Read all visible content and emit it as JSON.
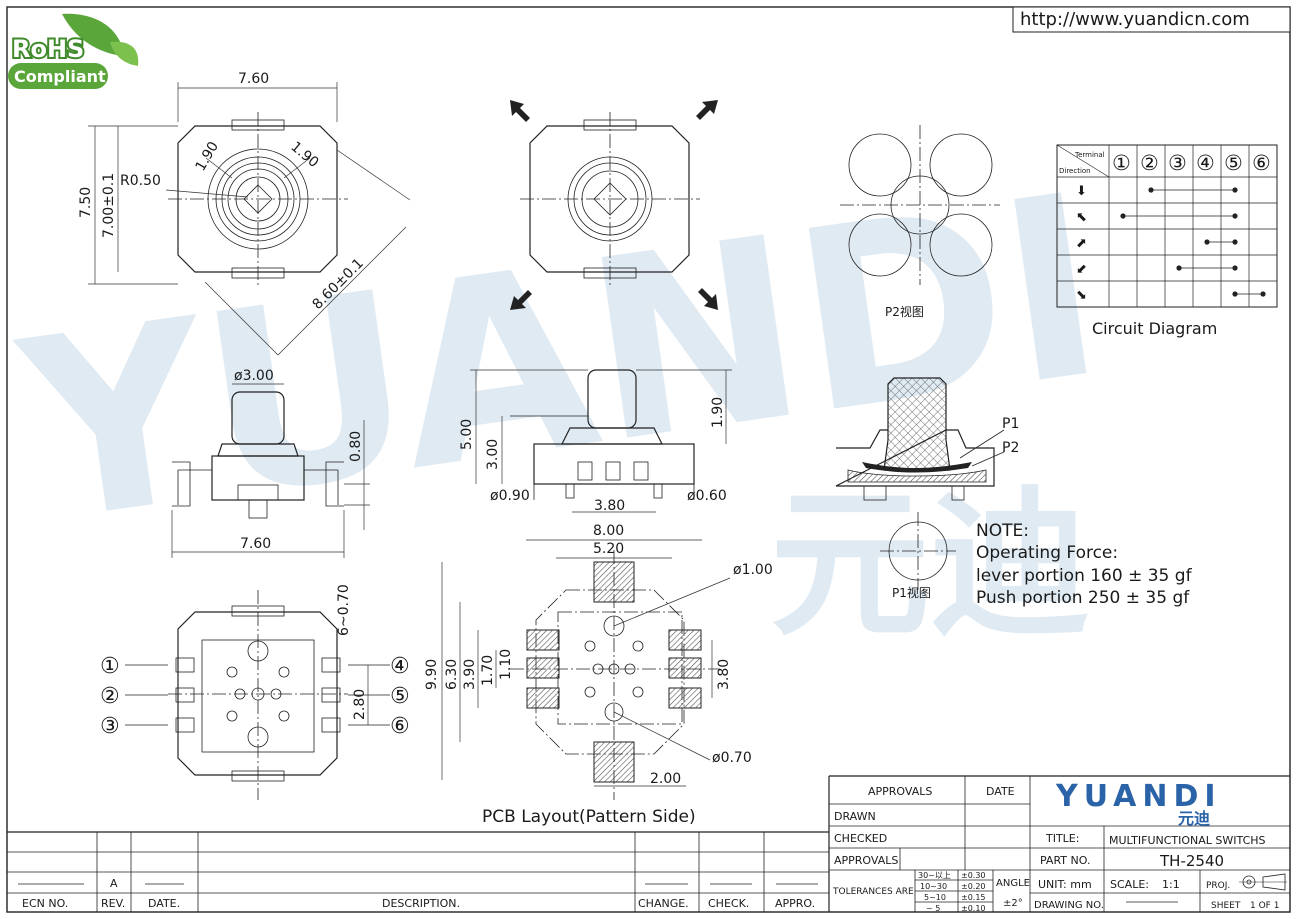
{
  "website": "http://www.yuandicn.com",
  "rohs": {
    "top": "RoHS",
    "bottom": "Compliant"
  },
  "dims": {
    "w760": "7.60",
    "h750": "7.50",
    "h700": "7.00±0.1",
    "r050": "R0.50",
    "a190": "1.90",
    "b190": "1.90",
    "diag": "8.60±0.1",
    "d300": "ø3.00",
    "h080": "0.80",
    "w760b": "7.60",
    "h500": "5.00",
    "h300": "3.00",
    "h190": "1.90",
    "d090": "ø0.90",
    "w380": "3.80",
    "d060": "ø0.60",
    "w800": "8.00",
    "w520": "5.20",
    "d100": "ø1.00",
    "d070": "ø0.70",
    "h990": "9.90",
    "h630": "6.30",
    "h390": "3.90",
    "h170": "1.70",
    "h110": "1.10",
    "h380r": "3.80",
    "w200": "2.00",
    "r607": "6~0.70",
    "h280": "2.80"
  },
  "pins": [
    "①",
    "②",
    "③",
    "④",
    "⑤",
    "⑥"
  ],
  "labels": {
    "p2view": "P2视图",
    "p1view": "P1视图",
    "p1": "P1",
    "p2": "P2",
    "pcb": "PCB Layout(Pattern Side)",
    "circuit": "Circuit Diagram"
  },
  "circuit_table": {
    "terminal": "Terminal",
    "direction": "Direction"
  },
  "note": {
    "title": "NOTE:",
    "l1": "Operating Force:",
    "l2": "lever portion 160 ± 35 gf",
    "l3": "Push portion 250 ± 35 gf"
  },
  "watermark": {
    "latin": "YUANDI",
    "cn": "元迪"
  },
  "title_block": {
    "approvals": "APPROVALS",
    "date": "DATE",
    "drawn": "DRAWN",
    "checked": "CHECKED",
    "approvals2": "APPROVALS",
    "tolerances": "TOLERANCES ARE",
    "tol": [
      [
        "30~以上",
        "±0.30"
      ],
      [
        "10~30",
        "±0.20"
      ],
      [
        "5~10",
        "±0.15"
      ],
      [
        "~ 5",
        "±0.10"
      ]
    ],
    "angle": "ANGLE",
    "angle_val": "±2°",
    "title_label": "TITLE:",
    "title_value": "MULTIFUNCTIONAL SWITCHS",
    "part_label": "PART NO.",
    "part_value": "TH-2540",
    "unit": "UNIT: mm",
    "scale": "SCALE:",
    "scale_value": "1:1",
    "proj": "PROJ.",
    "drawing_no": "DRAWING NO.",
    "sheet": "SHEET",
    "sheet_value": "1 OF 1",
    "logo": "YUANDI",
    "logo_cn": "元迪"
  },
  "revision_block": {
    "rev_value": "A",
    "headers": [
      "ECN NO.",
      "REV.",
      "DATE.",
      "DESCRIPTION.",
      "CHANGE.",
      "CHECK.",
      "APPRO."
    ]
  },
  "colors": {
    "line": "#222222",
    "watermark": "#c6d9ea",
    "logo": "#2a63a8",
    "rohs": "#5aa63a",
    "hatch": "#555555"
  }
}
